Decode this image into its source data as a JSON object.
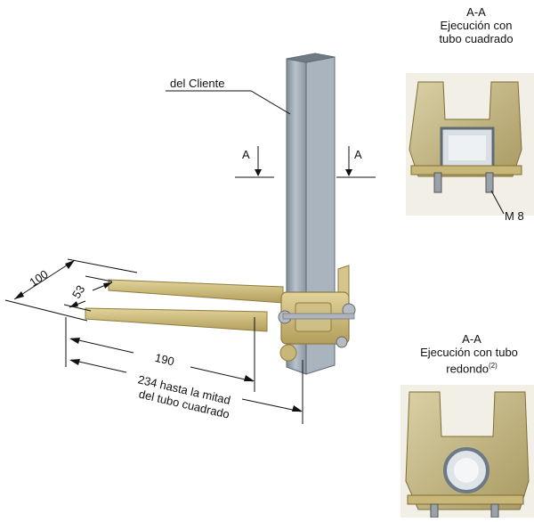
{
  "main_view": {
    "client_label": "del Cliente",
    "section_mark_left": "A",
    "section_mark_right": "A",
    "dim_100": "100",
    "dim_53": "53",
    "dim_190": "190",
    "dim_234_line1": "234 hasta la mitad",
    "dim_234_line2": "del tubo cuadrado"
  },
  "section_square": {
    "title": "A-A",
    "line1": "Ejecución con",
    "line2": "tubo cuadrado",
    "bolt_label": "M 8"
  },
  "section_round": {
    "title": "A-A",
    "line1": "Ejecución con tubo",
    "line2": "redondo",
    "footnote": "(2)"
  },
  "colors": {
    "brass": "#c9b77a",
    "brass_dark": "#8f7c3e",
    "steel": "#9aa7b3",
    "steel_dark": "#6d7a86",
    "zinc": "#b8bcc0"
  }
}
